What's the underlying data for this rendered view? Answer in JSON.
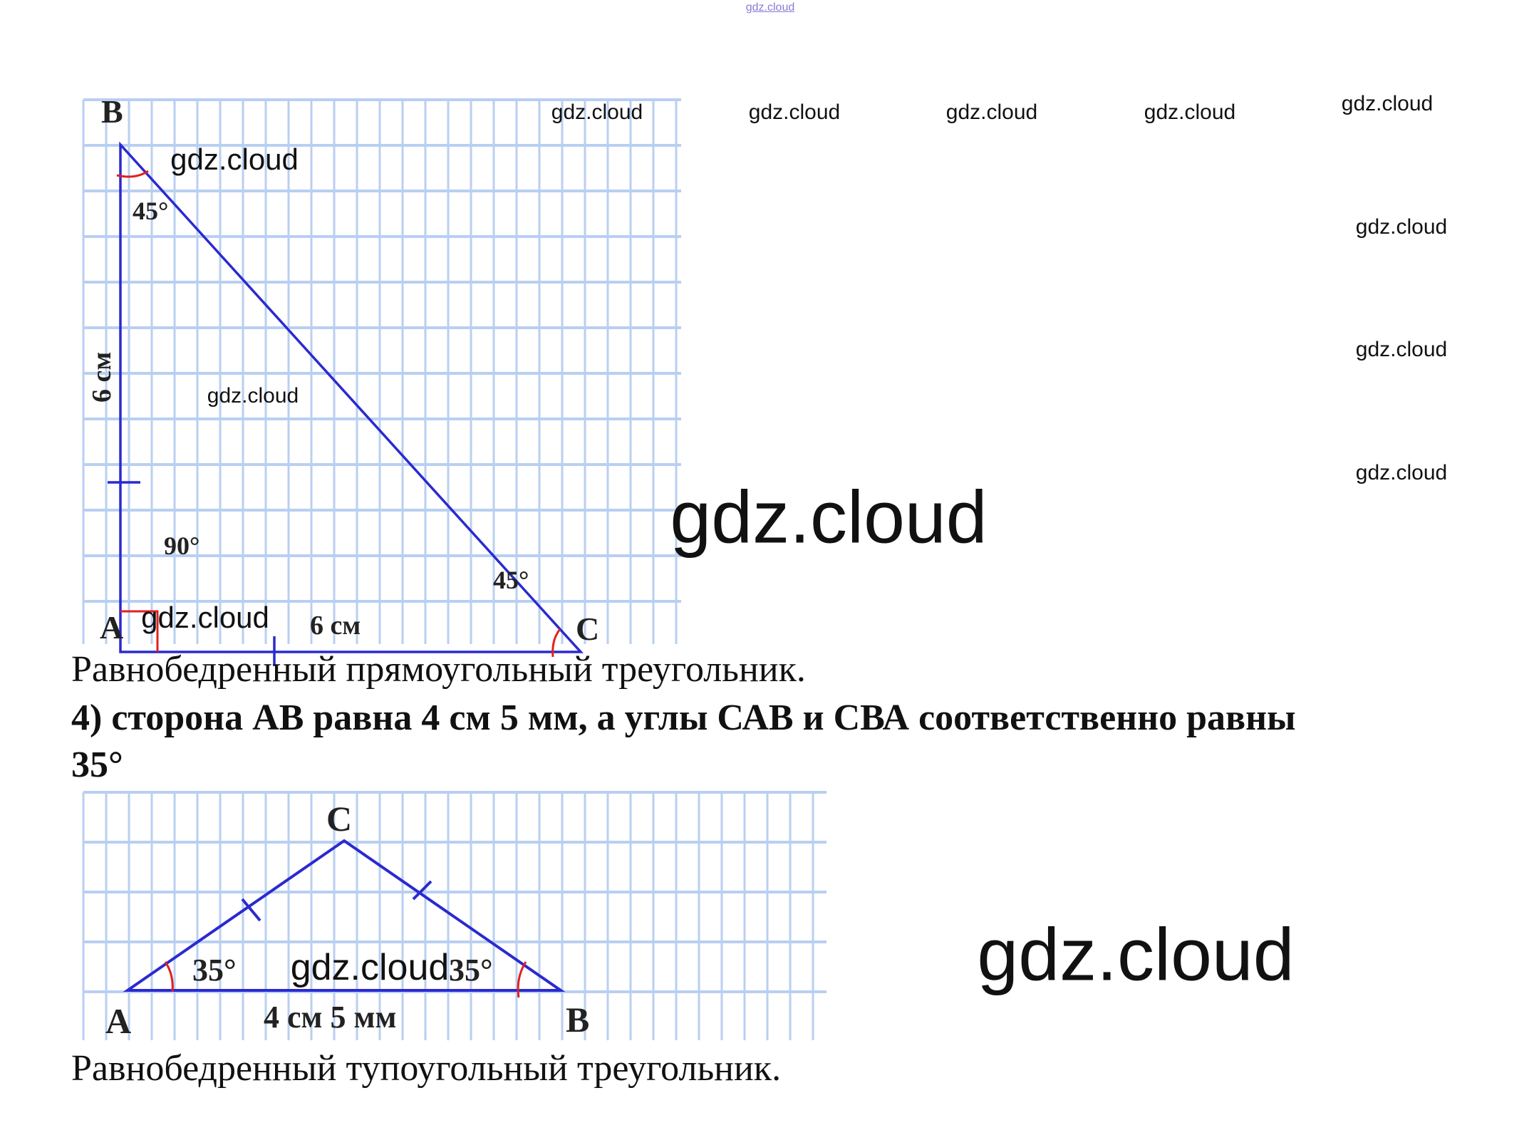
{
  "watermarks": {
    "top": "gdz.cloud",
    "row": [
      "gdz.cloud",
      "gdz.cloud",
      "gdz.cloud",
      "gdz.cloud",
      "gdz.cloud"
    ],
    "column": [
      "gdz.cloud",
      "gdz.cloud",
      "gdz.cloud"
    ],
    "big": [
      "gdz.cloud",
      "gdz.cloud"
    ],
    "figure1": [
      "gdz.cloud",
      "gdz.cloud",
      "gdz.cloud"
    ],
    "figure2": "gdz.cloud"
  },
  "figure1": {
    "vertices": {
      "A": "A",
      "B": "B",
      "C": "C"
    },
    "angle_B": "45°",
    "angle_C": "45°",
    "angle_A": "90°",
    "side_AB": "6 см",
    "side_AC": "6 см"
  },
  "caption1": "Равнобедренный прямоугольный треугольник.",
  "task4": {
    "line1": "4) сторона АВ равна 4 см 5 мм, а углы САВ и СВА соответственно равны",
    "line2": "35°"
  },
  "figure2": {
    "vertices": {
      "A": "A",
      "B": "B",
      "C": "C"
    },
    "angle_A": "35°",
    "angle_B": "35°",
    "side_AB": "4 см 5 мм"
  },
  "caption2": "Равнобедренный тупоугольный треугольник.",
  "colors": {
    "grid": "#b9cff2",
    "line": "#2a2ad0",
    "arc": "#e02020"
  }
}
